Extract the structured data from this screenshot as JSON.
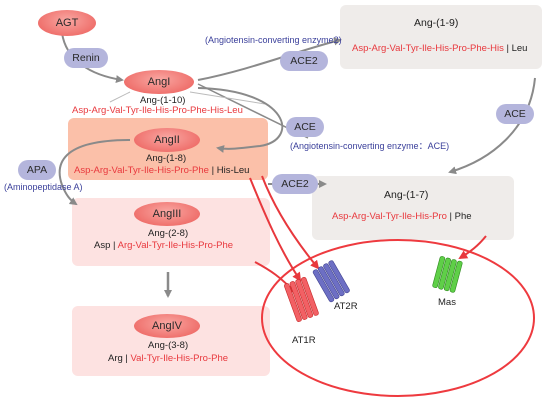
{
  "colors": {
    "red": "#e8383d",
    "enzyme": "#b4b5dc",
    "angii_box": "#fbbfa8",
    "pink_box": "#fde0df",
    "gray_box": "#efecea",
    "receptor_green": "#44bb2e",
    "receptor_blue": "#5d5fb6",
    "membrane": "#ee3a3f"
  },
  "nodes": {
    "agt": "AGT",
    "angi": "AngI",
    "angii": "AngII",
    "angiii": "AngIII",
    "angiv": "AngIV"
  },
  "enzymes": {
    "renin": "Renin",
    "ace2_top": "ACE2",
    "ace_mid": "ACE",
    "ace_right": "ACE",
    "ace2_bottom": "ACE2",
    "apa": "APA"
  },
  "enzyme_notes": {
    "ace2_full": "(Angiotensin-converting enzyme2)",
    "ace_full": "(Angiotensin-converting enzyme：ACE)",
    "apa_full": "(Aminopeptidase A)"
  },
  "angi": {
    "range": "Ang-(1-10)",
    "seq": "Asp-Arg-Val-Tyr-Ile-His-Pro-Phe-His-Leu"
  },
  "angii": {
    "range": "Ang-(1-8)",
    "seq": "Asp-Arg-Val-Tyr-Ile-His-Pro-Phe",
    "cleaved": "| His-Leu"
  },
  "angiii": {
    "range": "Ang-(2-8)",
    "cleaved": "Asp |",
    "seq": "Arg-Val-Tyr-Ile-His-Pro-Phe"
  },
  "angiv": {
    "range": "Ang-(3-8)",
    "cleaved": "Arg |",
    "seq": "Val-Tyr-Ile-His-Pro-Phe"
  },
  "ang19": {
    "title": "Ang-(1-9)",
    "seq": "Asp-Arg-Val-Tyr-Ile-His-Pro-Phe-His",
    "cleaved": "| Leu"
  },
  "ang17": {
    "title": "Ang-(1-7)",
    "seq": "Asp-Arg-Val-Tyr-Ile-His-Pro",
    "cleaved": "| Phe"
  },
  "receptors": {
    "at1r": "AT1R",
    "at2r": "AT2R",
    "mas": "Mas"
  }
}
